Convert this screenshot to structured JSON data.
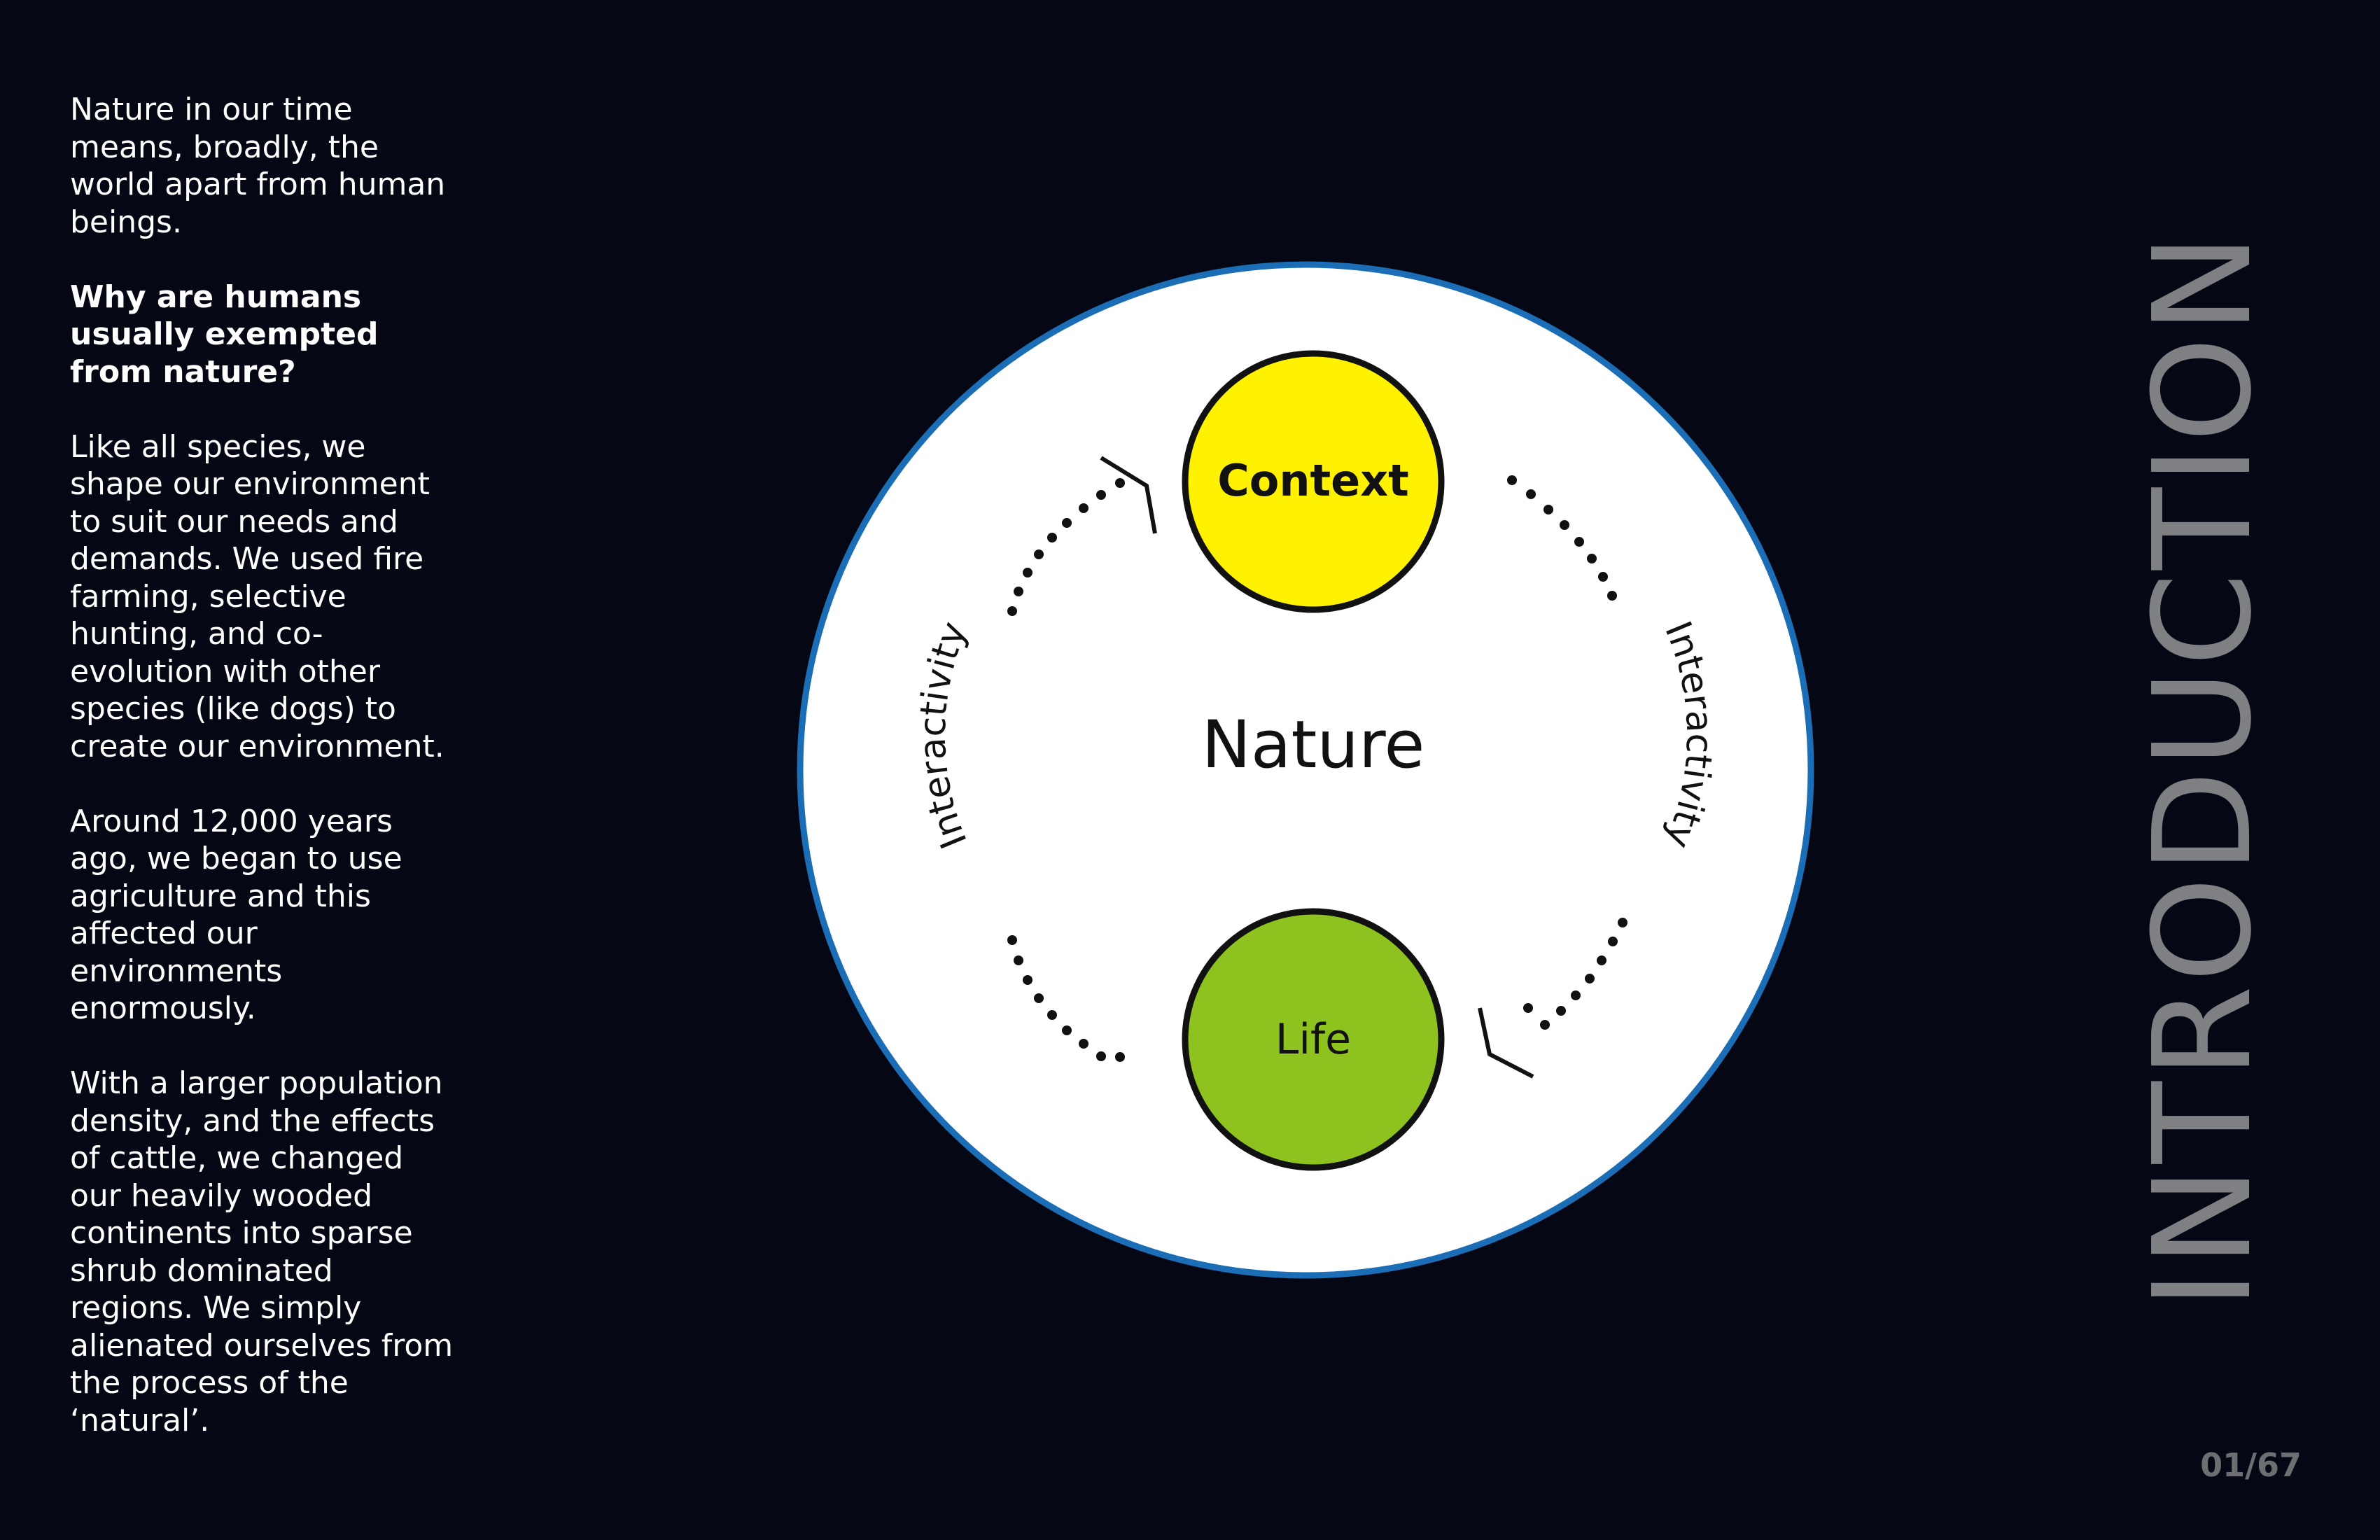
{
  "sidebar": {
    "intro": "Nature in our time means, broadly, the world apart from human beings.",
    "question": "Why are humans usually exempted from nature?",
    "para1": "Like all species, we shape our environment to suit our needs and demands. We used fire farming, selective hunting, and co-evolution with other species (like dogs) to create our environment.",
    "para2": "Around 12,000 years ago, we began to use agriculture and this affected our environments enormously.",
    "para3": "With a larger population density, and the effects of cattle, we changed our heavily wooded continents into sparse shrub dominated regions. We simply alienated ourselves from the process of the ‘natural’."
  },
  "diagram": {
    "center_label": "Nature",
    "top_node": {
      "label": "Context",
      "color": "#fff200"
    },
    "bottom_node": {
      "label": "Life",
      "color": "#8dc21f"
    },
    "left_arc_label": "Interactivity",
    "right_arc_label": "Interactivity",
    "outer_ring_color": "#1b6db5",
    "outer_fill_color": "#ffffff"
  },
  "section_title": "INTRODUCTION",
  "page_number": "01/67"
}
